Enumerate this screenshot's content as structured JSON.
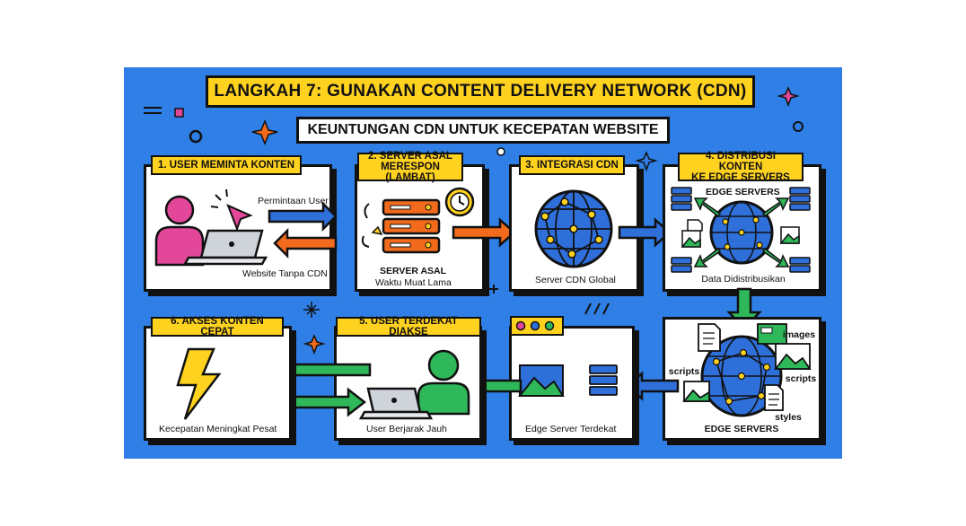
{
  "title": "LANGKAH 7: GUNAKAN CONTENT DELIVERY NETWORK (CDN)",
  "subtitle": "KEUNTUNGAN CDN UNTUK KECEPATAN WEBSITE",
  "steps": [
    {
      "label": "1. USER MEMINTA KONTEN",
      "request_label": "Permintaan User",
      "response_label": "Website Tanpa CDN"
    },
    {
      "label_line1": "2. SERVER ASAL",
      "label_line2": "MERESPON (LAMBAT)",
      "caption_line1": "SERVER ASAL",
      "caption_line2": "Waktu Muat Lama"
    },
    {
      "label": "3. INTEGRASI CDN",
      "caption": "Server CDN Global"
    },
    {
      "label_line1": "4. DISTRIBUSI KONTEN",
      "label_line2": "KE EDGE SERVERS",
      "servers_label": "EDGE SERVERS",
      "caption": "Data Didistribusikan"
    },
    {
      "caption": "EDGE SERVERS",
      "asset_images": "images",
      "asset_scripts_left": "scripts",
      "asset_scripts_right": "scripts",
      "asset_styles": "styles"
    },
    {
      "caption": "Edge Server Terdekat"
    },
    {
      "label": "5. USER TERDEKAT DIAKSE",
      "caption": "User Berjarak Jauh"
    },
    {
      "label": "6. AKSES KONTEN CEPAT",
      "caption": "Kecepatan Meningkat Pesat"
    }
  ],
  "colors": {
    "background": "#2f7fe6",
    "yellow": "#ffd21f",
    "blue_arrow": "#2f6fd9",
    "orange": "#f26a1b",
    "green": "#2fb85a",
    "pink": "#e2479a"
  }
}
